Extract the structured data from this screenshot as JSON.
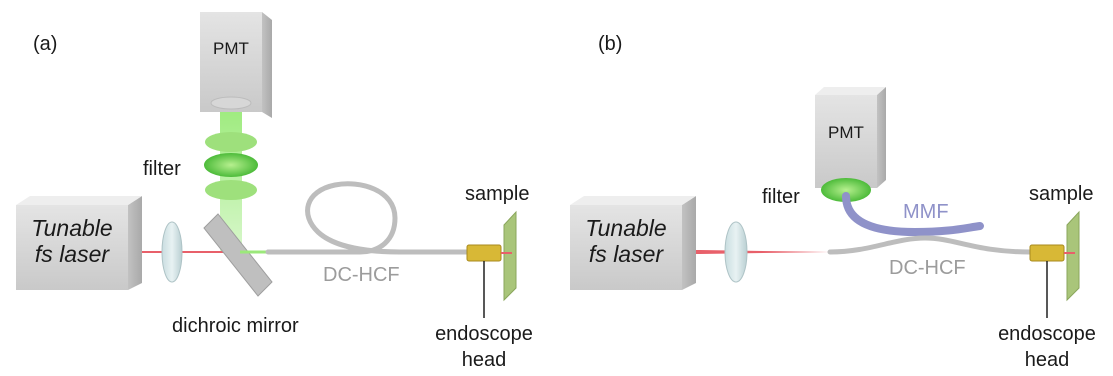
{
  "panel_a": {
    "panel_label": "(a)",
    "pmt_label": "PMT",
    "filter_label": "filter",
    "laser_line1": "Tunable",
    "laser_line2": "fs laser",
    "mirror_label": "dichroic mirror",
    "fiber_label": "DC-HCF",
    "sample_label": "sample",
    "endoscope_line1": "endoscope",
    "endoscope_line2": "head"
  },
  "panel_b": {
    "panel_label": "(b)",
    "pmt_label": "PMT",
    "filter_label": "filter",
    "mmf_label": "MMF",
    "laser_line1": "Tunable",
    "laser_line2": "fs laser",
    "fiber_label": "DC-HCF",
    "sample_label": "sample",
    "endoscope_line1": "endoscope",
    "endoscope_line2": "head"
  },
  "colors": {
    "laser_beam": "#e8606a",
    "fluorescence": "#6fd64a",
    "fiber": "#bdbdbd",
    "mmf_fiber": "#8f92c9",
    "sample": "#a9c57a",
    "endoscope_head": "#d8b836"
  }
}
